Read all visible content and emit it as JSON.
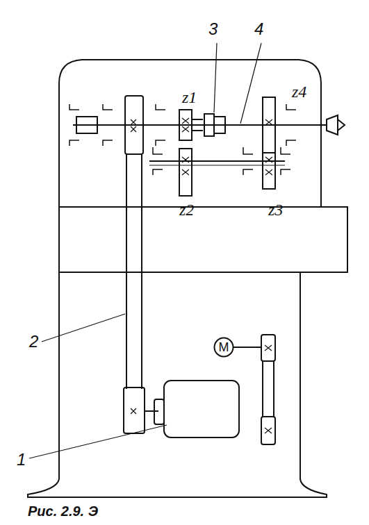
{
  "diagram": {
    "caption": "Рис. 2.9. Э",
    "nodes": [
      {
        "text": [
          "M"
        ]
      }
    ],
    "labels": [
      "3",
      "4",
      "z1",
      "z4",
      "z2",
      "z3",
      "2",
      "1"
    ]
  }
}
